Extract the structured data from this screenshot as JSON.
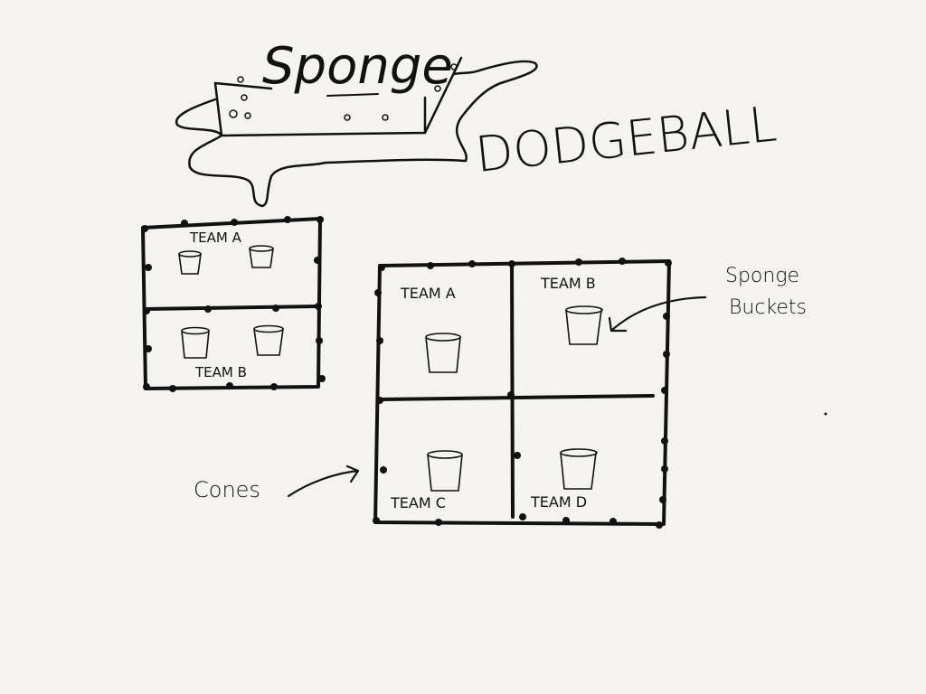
{
  "title": {
    "word1": "Sponge",
    "word2": "DODGEBALL"
  },
  "small_court": {
    "top_label": "TEAM A",
    "bottom_label": "TEAM B"
  },
  "large_court": {
    "top_left": "TEAM A",
    "top_right": "TEAM B",
    "bottom_left": "TEAM C",
    "bottom_right": "TEAM D"
  },
  "annotations": {
    "cones": "Cones",
    "buckets_line1": "Sponge",
    "buckets_line2": "Buckets"
  },
  "colors": {
    "ink": "#111111",
    "paper": "#f4f3f0"
  }
}
